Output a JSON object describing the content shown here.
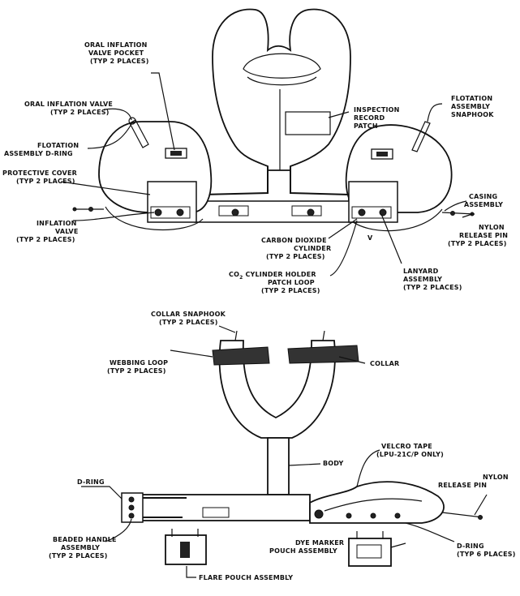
{
  "top_view": {
    "oral_inflation_valve_pocket": [
      "ORAL INFLATION",
      "VALVE POCKET",
      "(TYP 2 PLACES)"
    ],
    "oral_inflation_valve": [
      "ORAL INFLATION VALVE",
      "(TYP 2 PLACES)"
    ],
    "flotation_d_ring": [
      "FLOTATION",
      "ASSEMBLY D-RING"
    ],
    "protective_cover": [
      "PROTECTIVE COVER",
      "(TYP 2 PLACES)"
    ],
    "inflation_valve": [
      "INFLATION",
      "VALVE",
      "(TYP 2 PLACES)"
    ],
    "inspection_record_patch": [
      "INSPECTION",
      "RECORD",
      "PATCH"
    ],
    "flotation_snaphook": [
      "FLOTATION",
      "ASSEMBLY",
      "SNAPHOOK"
    ],
    "casing_assembly": [
      "CASING",
      "ASSEMBLY"
    ],
    "nylon_release_pin": [
      "NYLON",
      "RELEASE PIN",
      "(TYP 2 PLACES)"
    ],
    "co2_cylinder": [
      "CARBON DIOXIDE",
      "CYLINDER",
      "(TYP 2 PLACES)"
    ],
    "co2_holder_line1": "CO",
    "co2_holder_sub": "2",
    "co2_holder_line1_rest": " CYLINDER HOLDER",
    "co2_holder_rest": [
      "PATCH LOOP",
      "(TYP 2 PLACES)"
    ],
    "lanyard_assembly": [
      "LANYARD",
      "ASSEMBLY",
      "(TYP 2 PLACES)"
    ]
  },
  "bottom_view": {
    "collar_snaphook": [
      "COLLAR SNAPHOOK",
      "(TYP 2 PLACES)"
    ],
    "webbing_loop": [
      "WEBBING LOOP",
      "(TYP 2 PLACES)"
    ],
    "collar": "COLLAR",
    "body": "BODY",
    "velcro_tape": [
      "VELCRO TAPE",
      "(LPU-21C/P ONLY)"
    ],
    "nylon_release_pin": [
      "NYLON",
      "RELEASE PIN"
    ],
    "d_ring_left": "D-RING",
    "beaded_handle": [
      "BEADED HANDLE",
      "ASSEMBLY",
      "(TYP 2 PLACES)"
    ],
    "dye_marker": [
      "DYE MARKER",
      "POUCH ASSEMBLY"
    ],
    "d_ring_right": [
      "D-RING",
      "(TYP 6 PLACES)"
    ],
    "flare_pouch": "FLARE POUCH ASSEMBLY"
  }
}
